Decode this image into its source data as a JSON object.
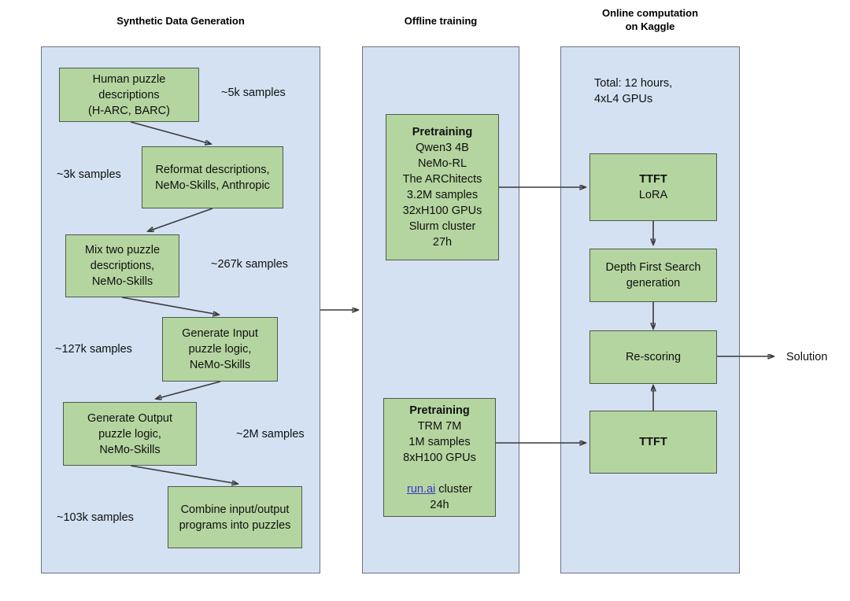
{
  "columns": [
    {
      "id": "synthetic",
      "title": "Synthetic Data Generation"
    },
    {
      "id": "offline",
      "title": "Offline training"
    },
    {
      "id": "online",
      "title": "Online computation\non Kaggle"
    }
  ],
  "synthetic": {
    "nodes": [
      {
        "id": "human-puzzle-descriptions",
        "text": "Human puzzle\ndescriptions\n(H-ARC, BARC)"
      },
      {
        "id": "reformat-descriptions",
        "text": "Reformat descriptions,\nNeMo-Skills, Anthropic"
      },
      {
        "id": "mix-two-puzzle-descriptions",
        "text": "Mix two puzzle\ndescriptions,\nNeMo-Skills"
      },
      {
        "id": "generate-input-puzzle-logic",
        "text": "Generate Input\npuzzle logic,\nNeMo-Skills"
      },
      {
        "id": "generate-output-puzzle-logic",
        "text": "Generate Output\npuzzle logic,\nNeMo-Skills"
      },
      {
        "id": "combine-programs-into-puzzles",
        "text": "Combine input/output\nprograms into puzzles"
      }
    ],
    "notes": [
      {
        "id": "note-5k",
        "text": "~5k samples"
      },
      {
        "id": "note-3k",
        "text": "~3k samples"
      },
      {
        "id": "note-267k",
        "text": "~267k samples"
      },
      {
        "id": "note-127k",
        "text": "~127k samples"
      },
      {
        "id": "note-2m",
        "text": "~2M samples"
      },
      {
        "id": "note-103k",
        "text": "~103k samples"
      }
    ]
  },
  "offline": {
    "nodes": [
      {
        "id": "pretraining-qwen3",
        "heading": "Pretraining",
        "body": "Qwen3 4B\nNeMo-RL\nThe ARChitects\n3.2M samples\n32xH100 GPUs\nSlurm cluster\n27h"
      },
      {
        "id": "pretraining-trm",
        "heading": "Pretraining",
        "body_before_link": "TRM 7M\n1M samples\n8xH100 GPUs\n",
        "link_text": "run.ai",
        "body_after_link": " cluster\n24h"
      }
    ]
  },
  "online": {
    "note": "Total: 12 hours,\n4xL4 GPUs",
    "nodes": [
      {
        "id": "ttft-lora",
        "heading": "TTFT",
        "body": "LoRA"
      },
      {
        "id": "depth-first-search-generation",
        "text": "Depth First Search\ngeneration"
      },
      {
        "id": "re-scoring",
        "text": "Re-scoring"
      },
      {
        "id": "ttft",
        "heading": "TTFT",
        "body": ""
      }
    ],
    "output_label": "Solution"
  },
  "colors": {
    "panel_fill": "#d4e1f2",
    "panel_stroke": "#6b7385",
    "node_fill": "#b5d5a0",
    "node_stroke": "#4d5a4a",
    "wire": "#3a3a3a",
    "link": "#3b35c4"
  }
}
